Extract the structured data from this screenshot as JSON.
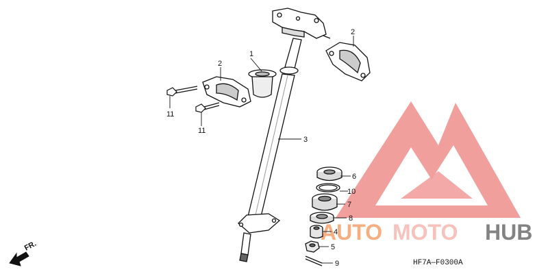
{
  "parts": [
    {
      "number": "1"
    },
    {
      "number": "2"
    },
    {
      "number": "2"
    },
    {
      "number": "3"
    },
    {
      "number": "4"
    },
    {
      "number": "5"
    },
    {
      "number": "6"
    },
    {
      "number": "7"
    },
    {
      "number": "8"
    },
    {
      "number": "9"
    },
    {
      "number": "10"
    },
    {
      "number": "11"
    },
    {
      "number": "11"
    }
  ],
  "direction_label": "FR.",
  "diagram_code": "HF7A—F0300A",
  "watermark": {
    "text_part1": "AUTO",
    "text_part2": "MOTO",
    "text_part3": "HUB",
    "colors": {
      "triangle": "#ee8f8c",
      "auto": "#f5a06a",
      "moto": "#f5b8b0",
      "hub": "#6e6e6e"
    }
  },
  "colors": {
    "line": "#111111",
    "part_fill": "#ffffff",
    "shade": "#9a9a9a"
  }
}
